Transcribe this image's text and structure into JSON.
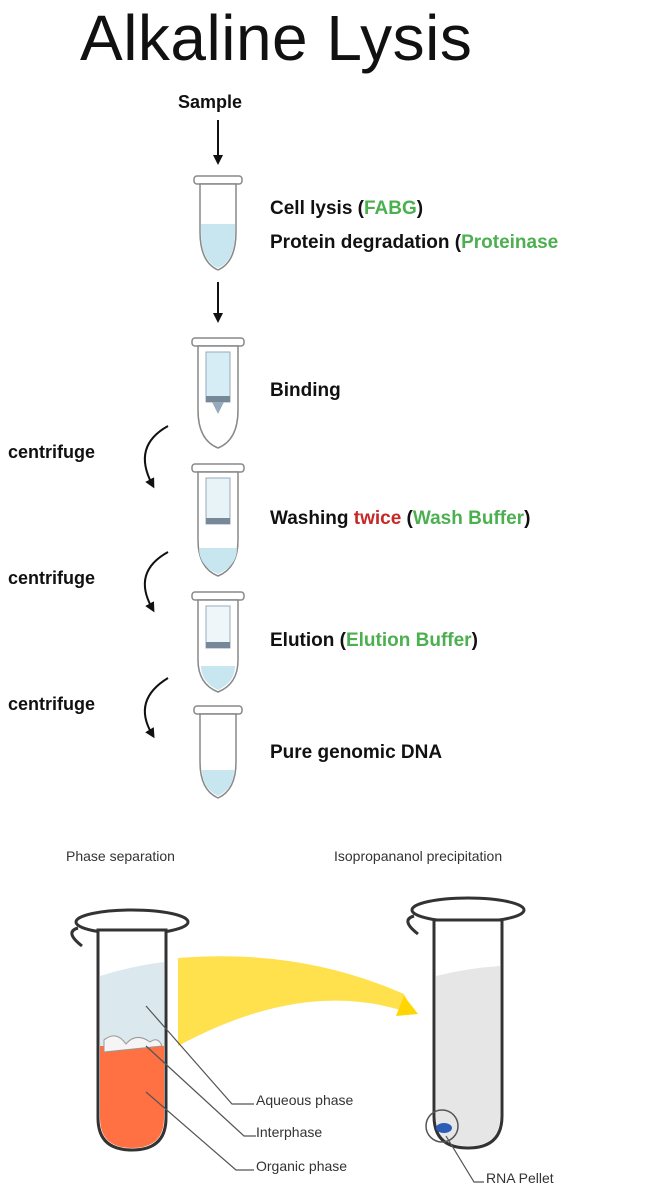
{
  "title": "Alkaline Lysis",
  "sample_label": "Sample",
  "steps": [
    {
      "line1_prefix": "Cell lysis (",
      "line1_reagent": "FABG",
      "line1_suffix": ")",
      "line2_prefix": "Protein degradation (",
      "line2_reagent": "Proteinase",
      "line2_suffix": ""
    },
    {
      "text": "Binding"
    },
    {
      "prefix": "Washing ",
      "emphasis": "twice",
      "mid": " (",
      "reagent": "Wash Buffer",
      "suffix": ")"
    },
    {
      "prefix": "Elution (",
      "reagent": "Elution Buffer",
      "suffix": ")"
    },
    {
      "text": "Pure genomic DNA"
    }
  ],
  "centrifuge_labels": [
    "centrifuge",
    "centrifuge",
    "centrifuge"
  ],
  "bottom": {
    "left_caption": "Phase separation",
    "right_caption": "Isopropananol precipitation",
    "aqueous": "Aqueous phase",
    "interphase": "Interphase",
    "organic": "Organic phase",
    "pellet": "RNA Pellet"
  },
  "colors": {
    "reagent": "#4caf50",
    "emphasis": "#c62828",
    "organic": "#ff7043",
    "aqueous": "#dbe9ee",
    "arrow_band": "#ffe14d",
    "liquid": "#c8e6f0"
  }
}
